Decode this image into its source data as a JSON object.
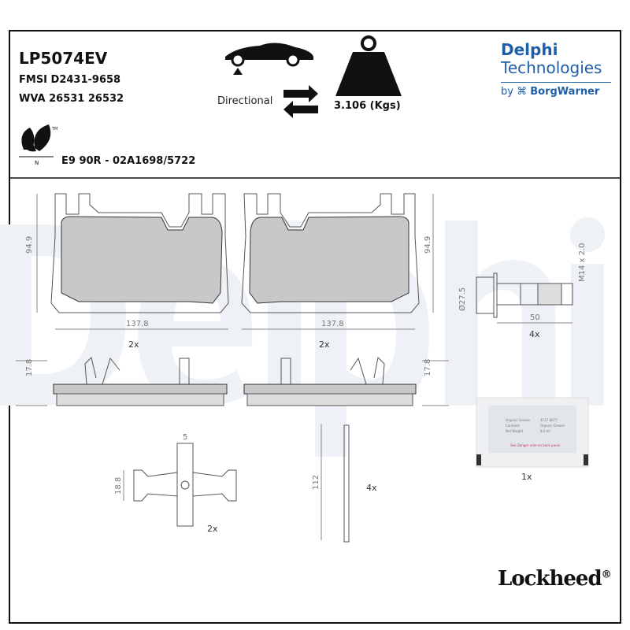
{
  "header": {
    "part_number": "LP5074EV",
    "fmsi": "FMSI D2431-9658",
    "wva": "WVA 26531 26532",
    "directional_label": "Directional",
    "weight": "3.106 (Kgs)",
    "approval": "E9 90R - 02A1698/5722",
    "eco_mark": {
      "tm": "TM",
      "letter": "N"
    }
  },
  "brand": {
    "line1": "Delphi",
    "line2": "Technologies",
    "by": "by",
    "partner": "BorgWarner",
    "color": "#1f5ea8"
  },
  "watermark": "Delphi",
  "drawings": {
    "pad_left": {
      "height": "94.9",
      "width": "137.8",
      "qty": "2x",
      "thickness": "17.8"
    },
    "pad_right": {
      "height": "94.9",
      "width": "137.8",
      "qty": "2x",
      "thickness": "17.8"
    },
    "bolt": {
      "diameter": "Ø27.5",
      "thread": "M14 x 2.0",
      "length": "50",
      "qty": "4x"
    },
    "clip": {
      "width": "5",
      "height": "18.8",
      "qty": "2x"
    },
    "pin": {
      "length": "112",
      "qty": "4x"
    },
    "grease": {
      "qty": "1x",
      "lines": [
        "Organic Grease",
        "Contents",
        "Net Weight"
      ],
      "values": [
        "4117 8077",
        "Organic Grease",
        "8.0 ml"
      ],
      "note": "See Danger note on back panel"
    }
  },
  "footer_brand": "Lockheed",
  "footer_reg": "®"
}
